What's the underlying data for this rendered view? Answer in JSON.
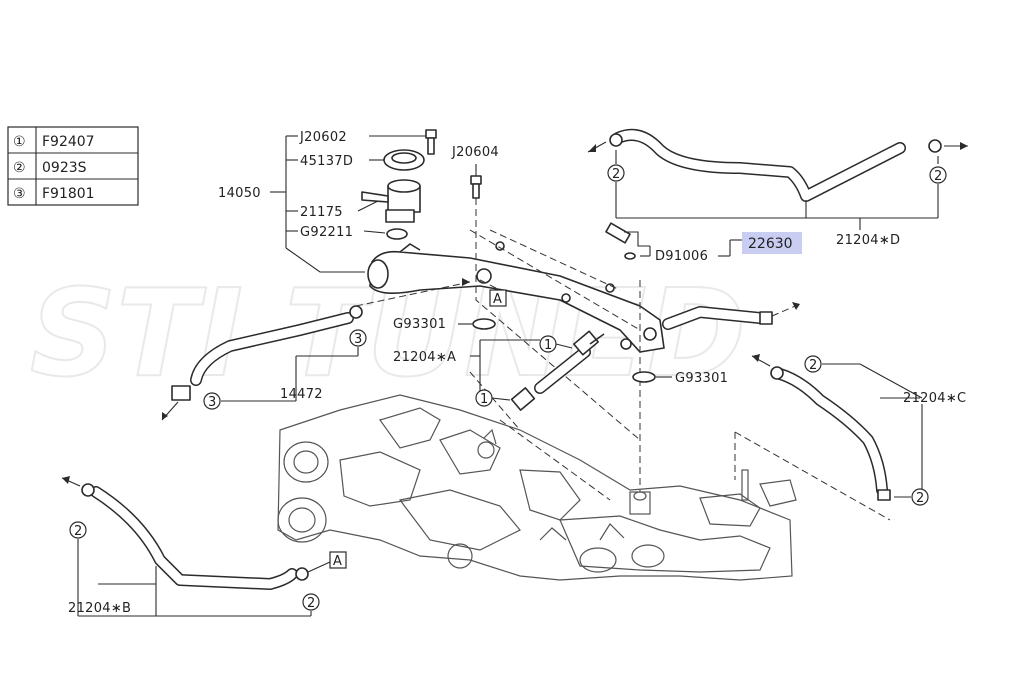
{
  "watermark": "STI TUNED",
  "legend": [
    {
      "num": "①",
      "code": "F92407"
    },
    {
      "num": "②",
      "code": "0923S"
    },
    {
      "num": "③",
      "code": "F91801"
    }
  ],
  "labels": {
    "j20602": "J20602",
    "p45137d": "45137D",
    "p14050": "14050",
    "p21175": "21175",
    "g92211": "G92211",
    "j20604": "J20604",
    "p21204d": "21204∗D",
    "p22630": "22630",
    "d91006": "D91006",
    "g93301_a": "G93301",
    "p21204a": "21204∗A",
    "g93301_b": "G93301",
    "p14472": "14472",
    "p21204c": "21204∗C",
    "p21204b": "21204∗B",
    "ref_a": "A"
  },
  "callouts": {
    "one": "1",
    "two": "2",
    "three": "3"
  },
  "highlight_color": "#c9cdf2"
}
